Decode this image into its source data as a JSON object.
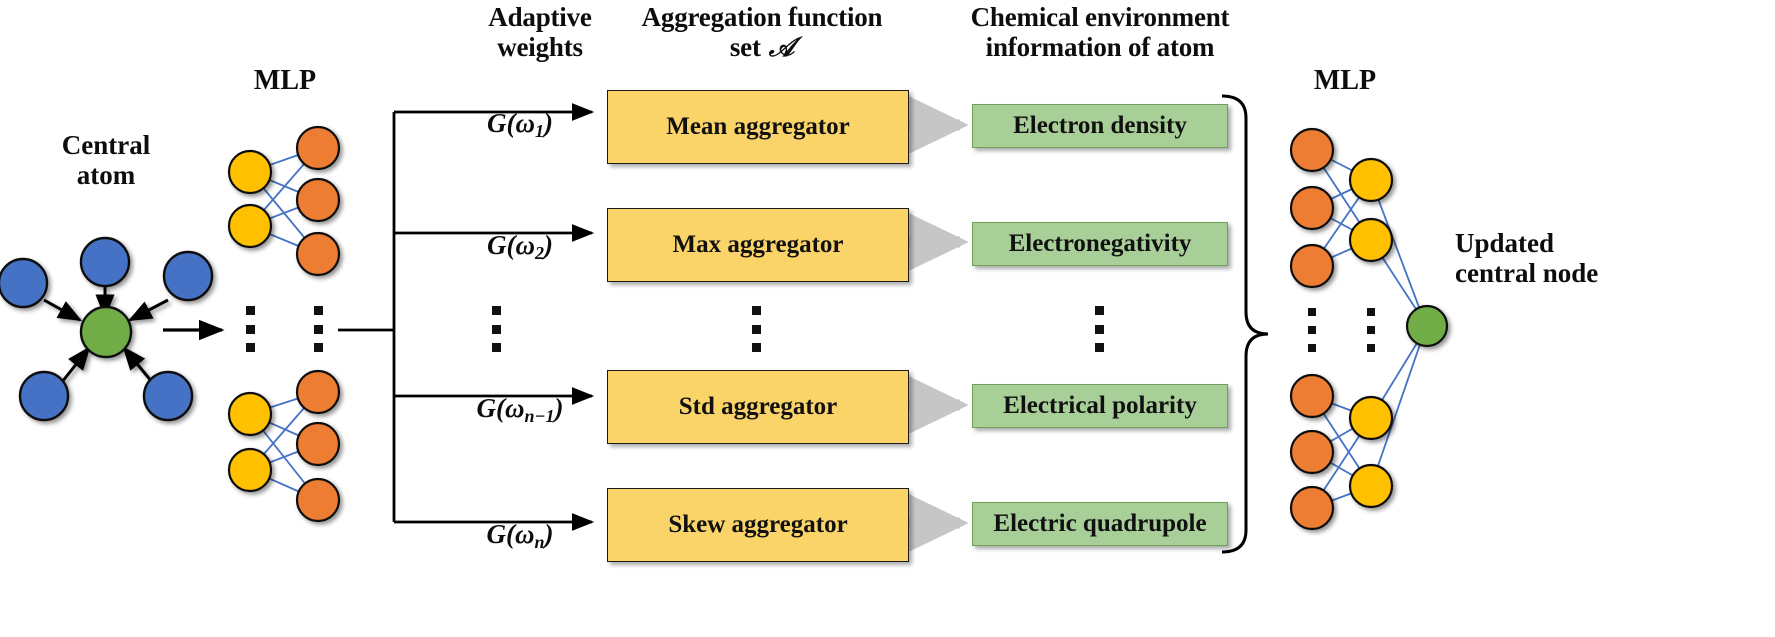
{
  "figure": {
    "title": "Adaptive multi-aggregator message passing schematic",
    "background": "#ffffff"
  },
  "palette": {
    "neighbor_node": "#4472C4",
    "central_node": "#70AD47",
    "mlp_input_node": "#FFC000",
    "mlp_output_node": "#ED7D31",
    "aggregator_box_fill": "#FBD469",
    "aggregator_box_border": "#1A1A1A",
    "chemical_box_fill": "#A9CF98",
    "chemical_box_border": "#6E9E5A",
    "edge_line": "#4472C4",
    "arrow_black": "#000000",
    "arrow_gray": "#C6C6C6"
  },
  "headers": {
    "adaptive_weights": "Adaptive\nweights",
    "aggregation_function_set": "Aggregation function\nset",
    "aggregation_set_symbol": "𝒜",
    "chemical_environment": "Chemical environment\ninformation of atom"
  },
  "left_cluster": {
    "label": "Central\natom",
    "central_node_name": "central-atom-node",
    "neighbor_count": 5,
    "neighbor_color": "#4472C4",
    "central_color": "#70AD47"
  },
  "left_mlp": {
    "label": "MLP",
    "blocks": [
      {
        "input_nodes": 2,
        "output_nodes": 3
      },
      {
        "input_nodes": 2,
        "output_nodes": 3
      }
    ],
    "ellipsis": "⋮"
  },
  "right_mlp": {
    "label": "MLP",
    "blocks": [
      {
        "input_nodes": 3,
        "output_nodes": 2
      },
      {
        "input_nodes": 3,
        "output_nodes": 2
      }
    ],
    "output_label": "Updated\ncentral node",
    "output_node_color": "#70AD47",
    "ellipsis": "⋮"
  },
  "rows": [
    {
      "weight_prefix": "G",
      "weight_symbol": "ω",
      "weight_subscript": "1",
      "aggregator": "Mean aggregator",
      "chemical": "Electron density"
    },
    {
      "weight_prefix": "G",
      "weight_symbol": "ω",
      "weight_subscript": "2",
      "aggregator": "Max aggregator",
      "chemical": "Electronegativity"
    },
    {
      "weight_prefix": "G",
      "weight_symbol": "ω",
      "weight_subscript": "n−1",
      "aggregator": "Std aggregator",
      "chemical": "Electrical polarity"
    },
    {
      "weight_prefix": "G",
      "weight_symbol": "ω",
      "weight_subscript": "n",
      "aggregator": "Skew aggregator",
      "chemical": "Electric quadrupole"
    }
  ],
  "ellipsis_marks": {
    "weights_column": "⋮",
    "aggregator_column": "⋮",
    "chemical_column": "⋮"
  }
}
